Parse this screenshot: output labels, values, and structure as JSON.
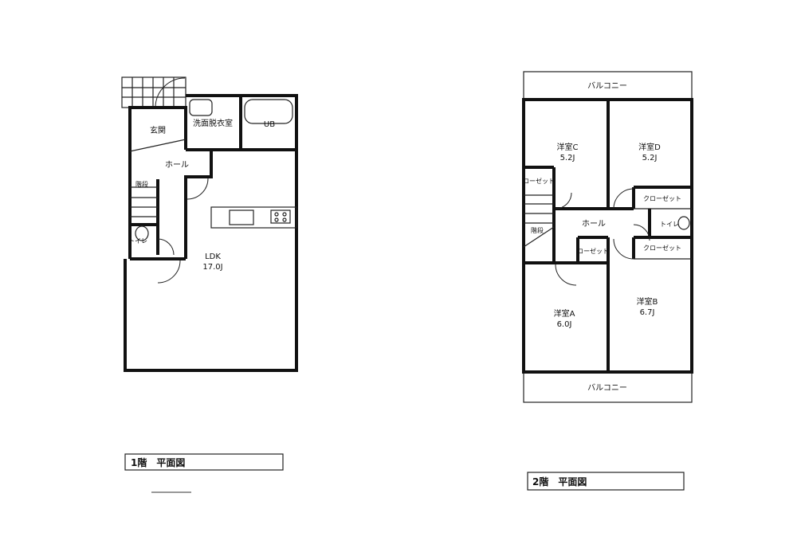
{
  "floor1": {
    "caption": "1階　平面図",
    "rooms": {
      "entrance": "玄関",
      "washroom": "洗面脱衣室",
      "bath": "UB",
      "hall": "ホール",
      "stairs": "階段",
      "toilet": "トイレ",
      "ldk": "LDK",
      "ldk_size": "17.0J"
    }
  },
  "floor2": {
    "caption": "2階　平面図",
    "rooms": {
      "balcony_top": "バルコニー",
      "balcony_bottom": "バルコニー",
      "room_c": "洋室C",
      "room_c_size": "5.2J",
      "room_d": "洋室D",
      "room_d_size": "5.2J",
      "room_a": "洋室A",
      "room_a_size": "6.0J",
      "room_b": "洋室B",
      "room_b_size": "6.7J",
      "hall": "ホール",
      "stairs": "階段",
      "toilet": "トイレ",
      "closet_small_left": "ローゼット",
      "closet_hall": "ローゼット",
      "closet_d": "クローゼット",
      "closet_b": "クローゼット"
    }
  }
}
